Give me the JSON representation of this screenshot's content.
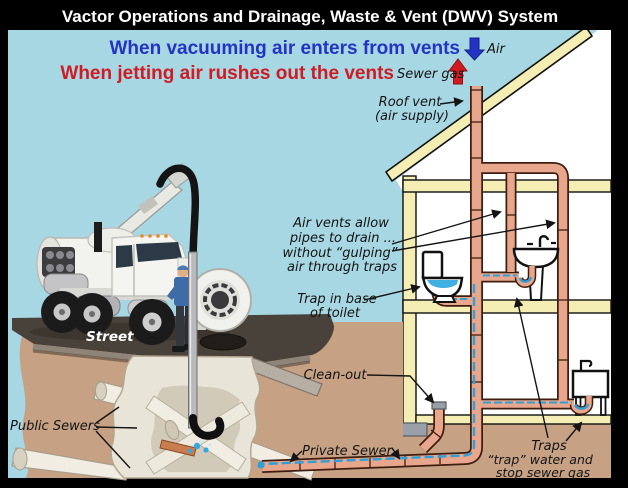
{
  "title": "Vactor Operations and Drainage, Waste & Vent (DWV) System",
  "headings": {
    "vacuuming": "When vacuuming air enters from vents",
    "air": "Air",
    "jetting": "When jetting air rushes out the vents",
    "sewer_gas": "Sewer gas"
  },
  "house_labels": {
    "roof_vent_line1": "Roof vent",
    "roof_vent_line2": "(air supply)",
    "air_vents_line1": "Air vents allow",
    "air_vents_line2": "pipes to drain ...",
    "air_vents_line3": "without “gulping”",
    "air_vents_line4": "air through traps",
    "toilet_trap_line1": "Trap in base",
    "toilet_trap_line2": "of toilet",
    "clean_out": "Clean-out",
    "traps_line1": "Traps",
    "traps_line2": "“trap” water and",
    "traps_line3": "stop sewer gas"
  },
  "ground_labels": {
    "street": "Street",
    "public_sewers": "Public Sewers",
    "private_sewer": "Private Sewer"
  },
  "colors": {
    "sky": "#a6d7e3",
    "heading_blue": "#2334c4",
    "heading_red": "#d11a22",
    "pipe_salmon": "#e8a78c",
    "pipe_outline": "#3f1e10",
    "water_blue": "#2f9fd8",
    "soil_tan": "#c6a183",
    "street_gray": "#49423a",
    "wood_cream": "#f4eeb4",
    "label_text": "#141414",
    "title_bar": "#000000",
    "title_text": "#ffffff"
  }
}
